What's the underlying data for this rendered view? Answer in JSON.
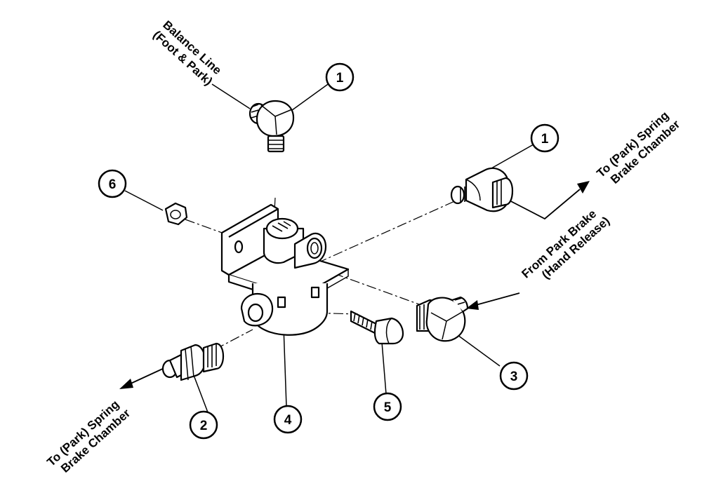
{
  "callouts": [
    {
      "num": "1"
    },
    {
      "num": "1"
    },
    {
      "num": "2"
    },
    {
      "num": "3"
    },
    {
      "num": "4"
    },
    {
      "num": "5"
    },
    {
      "num": "6"
    }
  ],
  "labels": {
    "balance_line_1": "Balance Line",
    "balance_line_2": "(Foot & Park)",
    "to_spring_top_1": "To (Park) Spring",
    "to_spring_top_2": "Brake Chamber",
    "from_park_1": "From Park Brake",
    "from_park_2": "(Hand Release)",
    "to_spring_bottom_1": "To (Park) Spring",
    "to_spring_bottom_2": "Brake Chamber"
  },
  "parts": {
    "elbow_fitting_top": "elbow-fitting",
    "tee_fitting_right": "elbow-fitting",
    "connector_fitting": "straight-connector",
    "elbow_fitting_bottom": "elbow-fitting",
    "valve_body": "quick-release-valve",
    "bolt": "cap-screw",
    "nut": "lock-nut"
  }
}
